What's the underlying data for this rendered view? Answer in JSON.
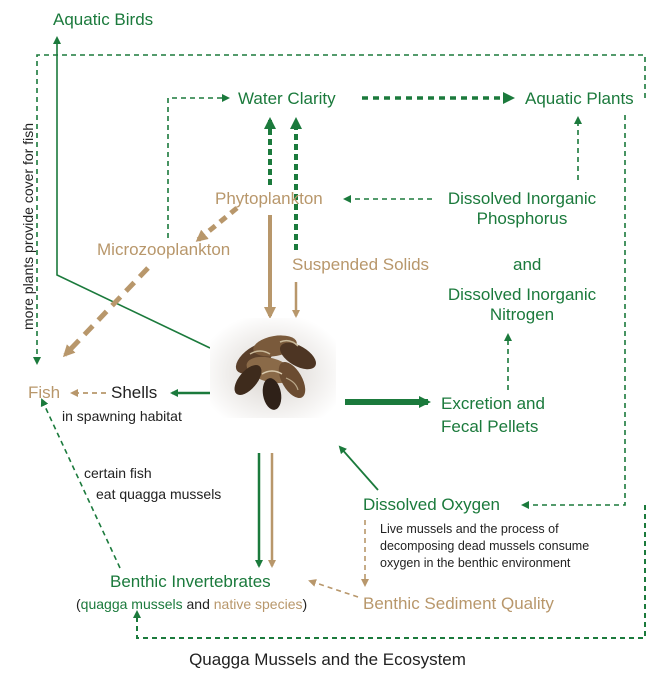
{
  "nodes": {
    "aquatic_birds": "Aquatic Birds",
    "water_clarity": "Water Clarity",
    "aquatic_plants": "Aquatic Plants",
    "phytoplankton": "Phytoplankton",
    "din_phosphorus_1": "Dissolved Inorganic",
    "din_phosphorus_2": "Phosphorus",
    "and": "and",
    "din_nitrogen_1": "Dissolved Inorganic",
    "din_nitrogen_2": "Nitrogen",
    "microzooplankton": "Microzooplankton",
    "suspended_solids": "Suspended Solids",
    "fish": "Fish",
    "shells": "Shells",
    "excretion_1": "Excretion and",
    "excretion_2": "Fecal Pellets",
    "dissolved_oxygen": "Dissolved Oxygen",
    "benthic_invertebrates": "Benthic Invertebrates",
    "bi_open": "(",
    "bi_quagga": "quagga mussels",
    "bi_and": " and ",
    "bi_native": "native species",
    "bi_close": ")",
    "benthic_sediment": "Benthic Sediment Quality"
  },
  "annotations": {
    "plants_cover": "more plants provide cover for fish",
    "spawning": "in spawning habitat",
    "certain_fish_1": "certain fish",
    "certain_fish_2": "eat quagga mussels",
    "live_mussels_1": "Live mussels and the process of",
    "live_mussels_2": "decomposing dead mussels consume",
    "live_mussels_3": "oxygen in the benthic environment"
  },
  "caption": "Quagga Mussels and the Ecosystem",
  "colors": {
    "green": "#1b7a3c",
    "tan": "#b8976b",
    "dark": "#222222"
  }
}
